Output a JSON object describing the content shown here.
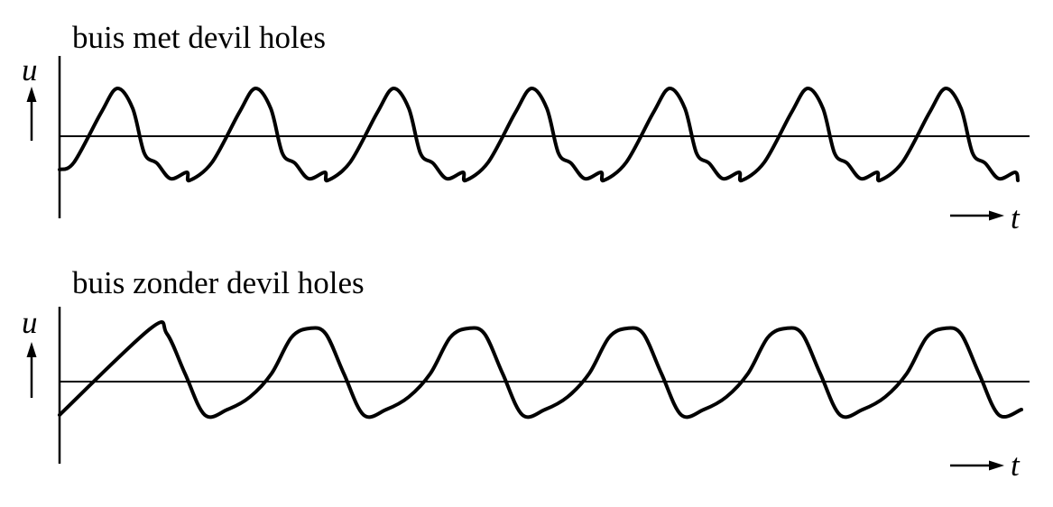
{
  "chart_data": [
    {
      "type": "line",
      "title": "buis met devil holes",
      "ylabel": "u",
      "xlabel": "t",
      "periods": 7,
      "grid": false,
      "waveform": "distorted periodic wave with sharp peaks and a shoulder before each trough"
    },
    {
      "type": "line",
      "title": "buis zonder devil holes",
      "ylabel": "u",
      "xlabel": "t",
      "periods": 6,
      "grid": false,
      "waveform": "smooth periodic wave"
    }
  ]
}
